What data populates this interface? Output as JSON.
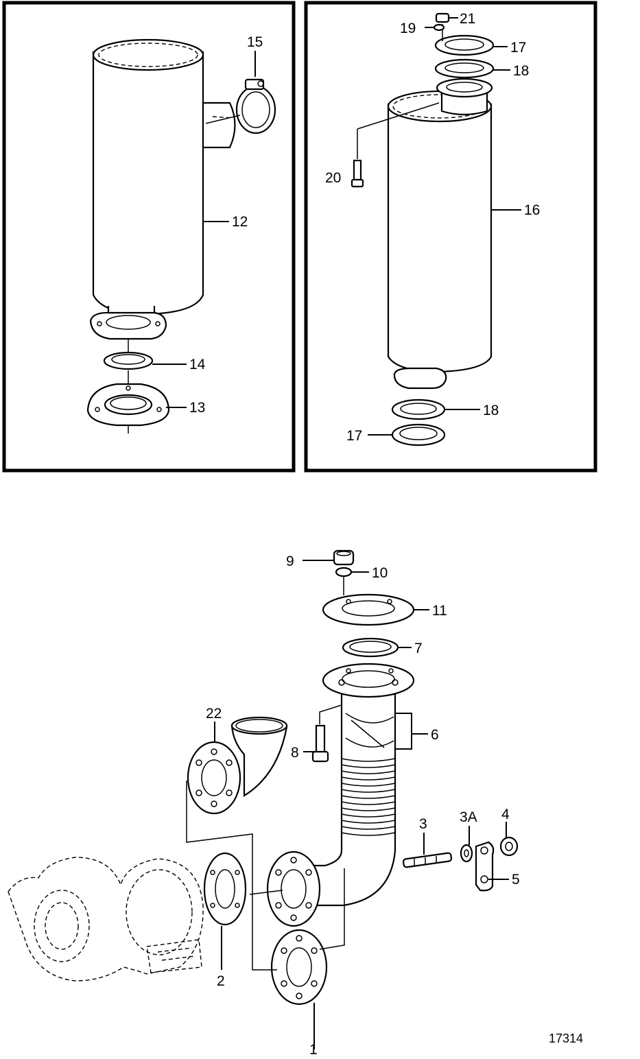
{
  "labels": {
    "p1": "1",
    "p2": "2",
    "p3": "3",
    "p3a": "3A",
    "p4": "4",
    "p5": "5",
    "p6": "6",
    "p7": "7",
    "p8": "8",
    "p9": "9",
    "p10": "10",
    "p11": "11",
    "p12": "12",
    "p13": "13",
    "p14": "14",
    "p15": "15",
    "p16": "16",
    "p17a": "17",
    "p17b": "17",
    "p18a": "18",
    "p18b": "18",
    "p19": "19",
    "p20": "20",
    "p21": "21",
    "p22": "22"
  },
  "drawing_ref": "17314"
}
